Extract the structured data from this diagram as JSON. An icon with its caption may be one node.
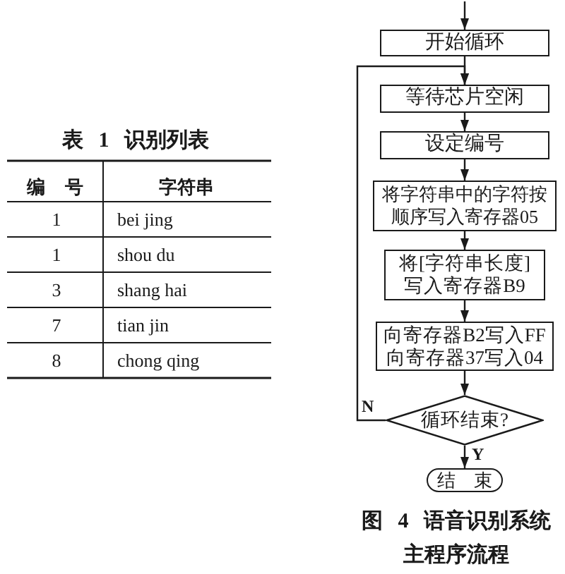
{
  "diagram": {
    "caption": "图 4 语音识别系统主程序流程",
    "nodes": [
      {
        "text": [
          "开始循环"
        ]
      },
      {
        "text": [
          "等待芯片空闲"
        ]
      },
      {
        "text": [
          "设定编号"
        ]
      },
      {
        "text": [
          "将字符串中的字符按顺序写入寄存器05"
        ]
      },
      {
        "text": [
          "将[字符串长度]写入寄存器B9"
        ]
      },
      {
        "text": [
          "向寄存器B2写入FF",
          "向寄存器37写入04"
        ]
      },
      {
        "text": [
          "循环结束?"
        ]
      },
      {
        "text": [
          "结 束"
        ]
      }
    ],
    "edges": [
      {
        "from": null,
        "to": 0,
        "arrow": "to"
      },
      {
        "from": 0,
        "to": 1,
        "arrow": "to"
      },
      {
        "from": 1,
        "to": 2,
        "arrow": "to"
      },
      {
        "from": 2,
        "to": 3,
        "arrow": "to"
      },
      {
        "from": 3,
        "to": 4,
        "arrow": "to"
      },
      {
        "from": 4,
        "to": 5,
        "arrow": "to"
      },
      {
        "from": 5,
        "to": 6,
        "arrow": "to"
      },
      {
        "from": 6,
        "to": 1,
        "arrow": "to",
        "label": "N"
      },
      {
        "from": 6,
        "to": 7,
        "arrow": "to",
        "label": "Y"
      }
    ],
    "labels": [
      "表 1 识别列表",
      "编 号",
      "字符串",
      "1",
      "bei jing",
      "1",
      "shou du",
      "3",
      "shang hai",
      "7",
      "tian jin",
      "8",
      "chong qing"
    ]
  }
}
